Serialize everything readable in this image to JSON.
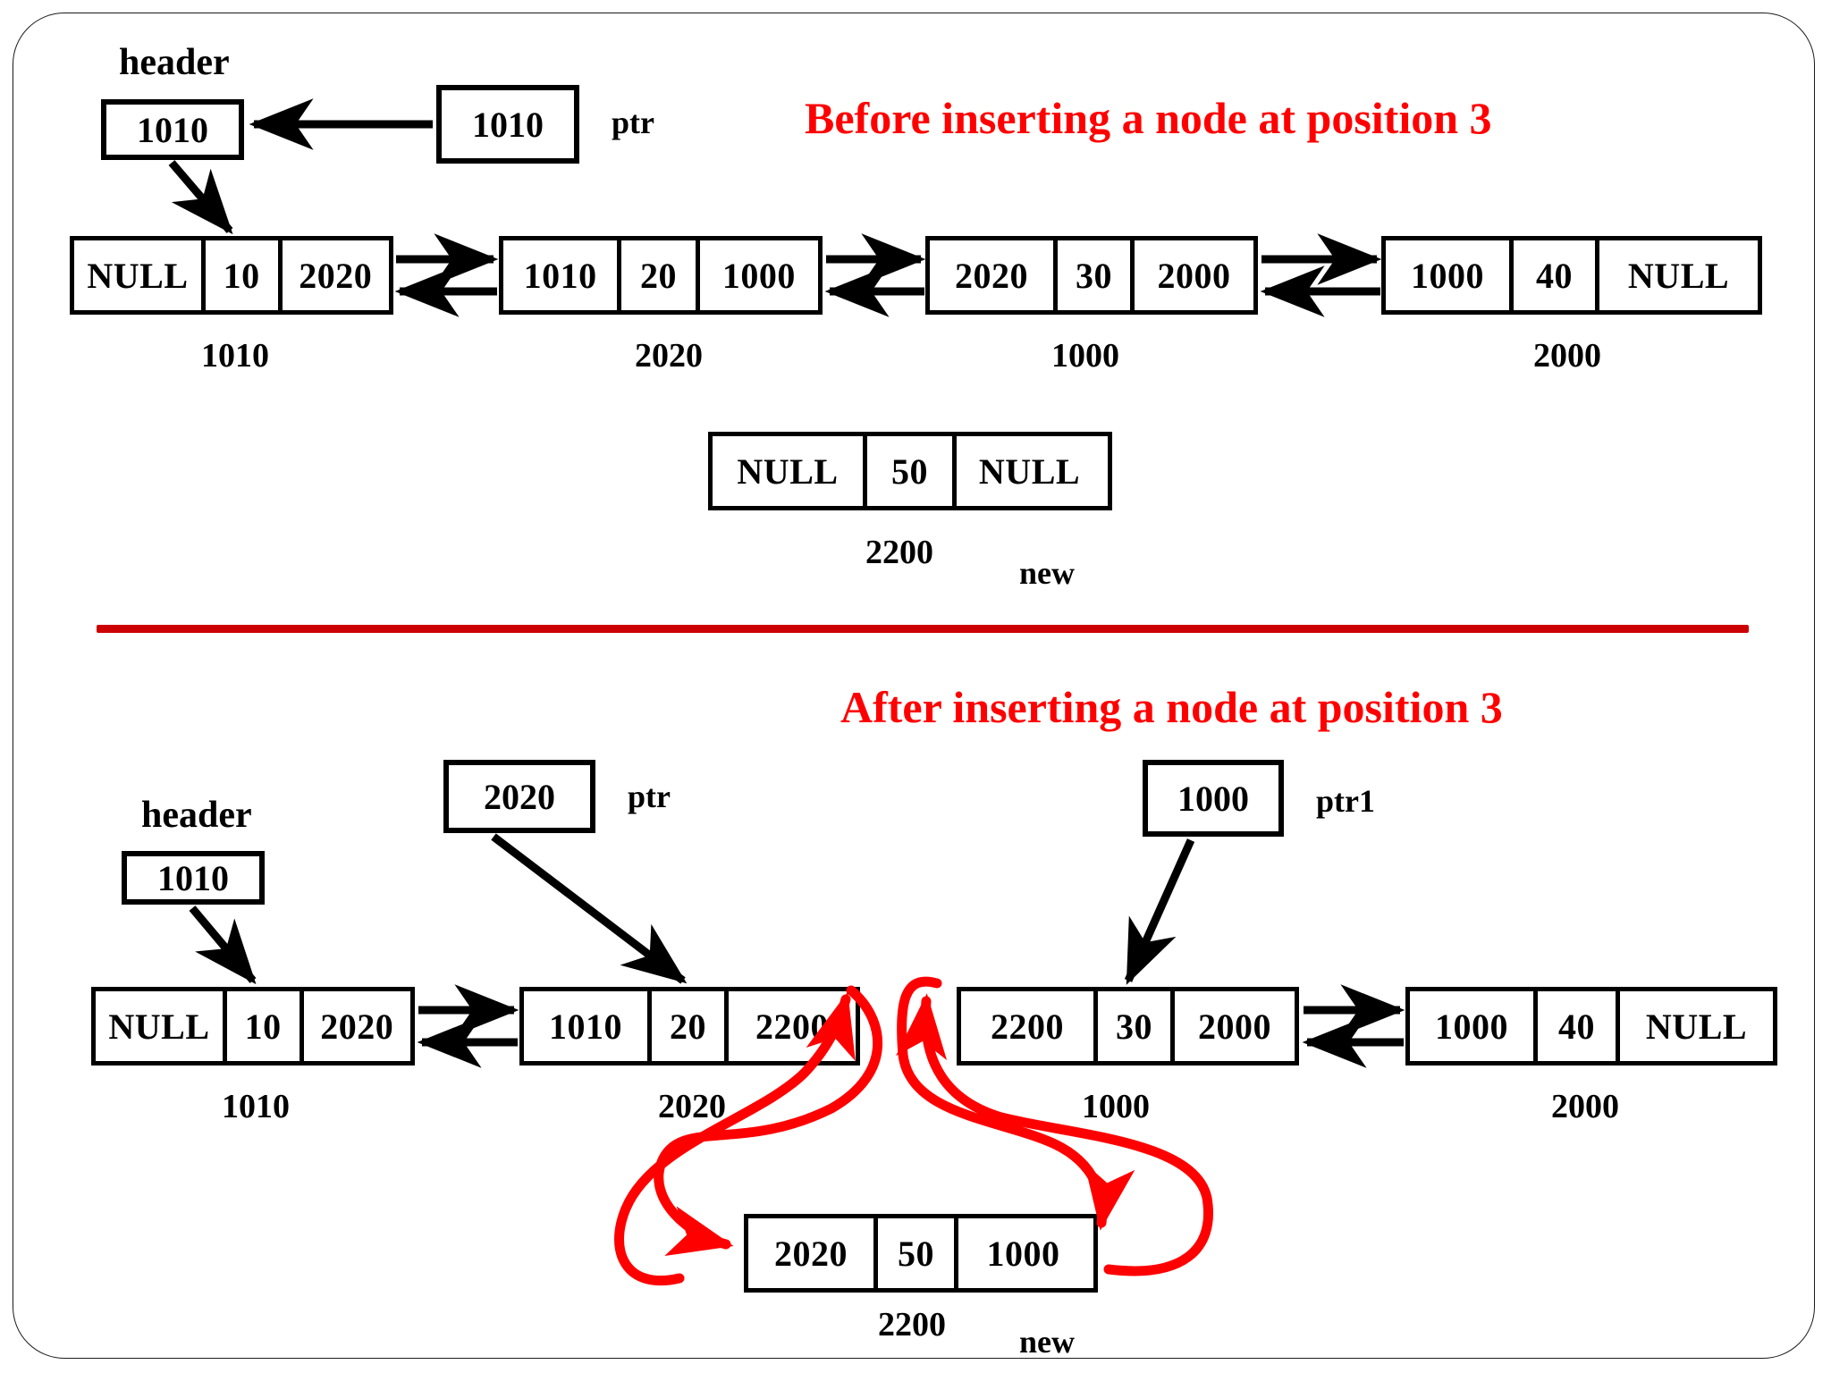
{
  "slide": {
    "before_title": "Before inserting  a node at position  3",
    "after_title": "After inserting a node at position 3",
    "title_color": "#ff0000",
    "divider_color": "#cc0000"
  },
  "before": {
    "header_label": "header",
    "header_box_value": "1010",
    "ptr_box_value": "1010",
    "ptr_label": "ptr",
    "nodes": [
      {
        "prev": "NULL",
        "data": "10",
        "next": "2020",
        "address": "1010"
      },
      {
        "prev": "1010",
        "data": "20",
        "next": "1000",
        "address": "2020"
      },
      {
        "prev": "2020",
        "data": "30",
        "next": "2000",
        "address": "1000"
      },
      {
        "prev": "1000",
        "data": "40",
        "next": "NULL",
        "address": "2000"
      }
    ],
    "new_node": {
      "prev": "NULL",
      "data": "50",
      "next": "NULL",
      "address": "2200",
      "label": "new"
    }
  },
  "after": {
    "header_label": "header",
    "header_box_value": "1010",
    "ptr_box_value": "2020",
    "ptr_label": "ptr",
    "ptr1_box_value": "1000",
    "ptr1_label": "ptr1",
    "nodes": [
      {
        "prev": "NULL",
        "data": "10",
        "next": "2020",
        "address": "1010"
      },
      {
        "prev": "1010",
        "data": "20",
        "next": "2200",
        "address": "2020"
      },
      {
        "prev": "2200",
        "data": "30",
        "next": "2000",
        "address": "1000"
      },
      {
        "prev": "1000",
        "data": "40",
        "next": "NULL",
        "address": "2000"
      }
    ],
    "new_node": {
      "prev": "2020",
      "data": "50",
      "next": "1000",
      "address": "2200",
      "label": "new"
    }
  }
}
